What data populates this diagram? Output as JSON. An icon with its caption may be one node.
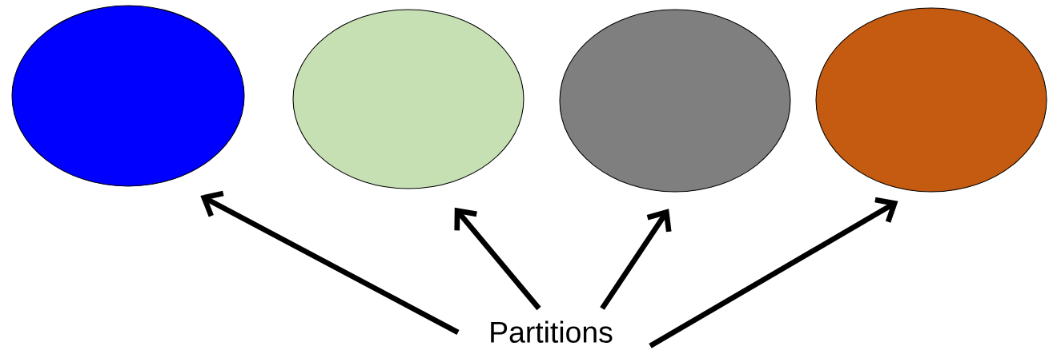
{
  "diagram": {
    "nodes": [
      {
        "text": [],
        "shape": "ellipse"
      },
      {
        "text": [],
        "shape": "ellipse"
      },
      {
        "text": [],
        "shape": "ellipse"
      },
      {
        "text": [],
        "shape": "ellipse"
      },
      {
        "text": [
          "Partitions"
        ]
      }
    ],
    "edges": [
      {
        "from": 4,
        "to": 0,
        "arrow": "to"
      },
      {
        "from": 4,
        "to": 1,
        "arrow": "to"
      },
      {
        "from": 4,
        "to": 2,
        "arrow": "to"
      },
      {
        "from": 4,
        "to": 3,
        "arrow": "to"
      }
    ]
  }
}
